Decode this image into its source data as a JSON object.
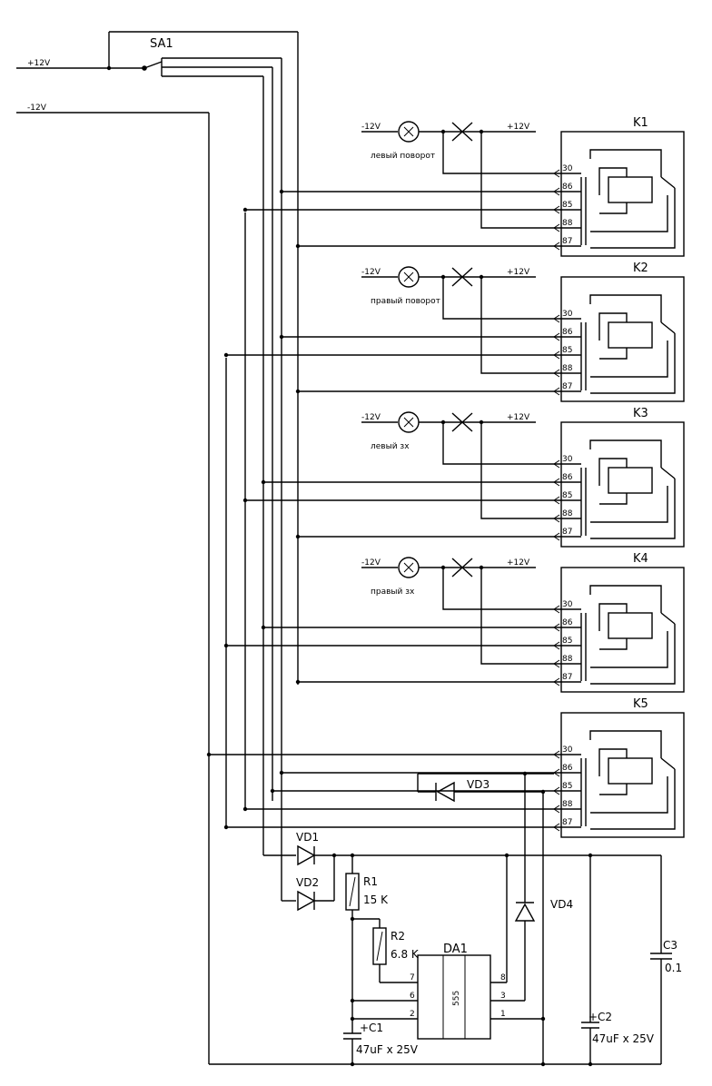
{
  "supply": {
    "plus": "+12V",
    "minus": "-12V"
  },
  "switch_label": "SA1",
  "relays": [
    {
      "name": "K1",
      "pins": [
        "30",
        "86",
        "85",
        "88",
        "87"
      ]
    },
    {
      "name": "K2",
      "pins": [
        "30",
        "86",
        "85",
        "88",
        "87"
      ]
    },
    {
      "name": "K3",
      "pins": [
        "30",
        "86",
        "85",
        "88",
        "87"
      ]
    },
    {
      "name": "K4",
      "pins": [
        "30",
        "86",
        "85",
        "88",
        "87"
      ]
    },
    {
      "name": "K5",
      "pins": [
        "30",
        "86",
        "85",
        "88",
        "87"
      ]
    }
  ],
  "lamps": [
    {
      "minus": "-12V",
      "plus": "+12V",
      "caption": "левый поворот"
    },
    {
      "minus": "-12V",
      "plus": "+12V",
      "caption": "правый поворот"
    },
    {
      "minus": "-12V",
      "plus": "+12V",
      "caption": "левый зх"
    },
    {
      "minus": "-12V",
      "plus": "+12V",
      "caption": "правый зх"
    }
  ],
  "components": {
    "vd1": "VD1",
    "vd2": "VD2",
    "vd3": "VD3",
    "vd4": "VD4",
    "r1_name": "R1",
    "r1_value": "15 K",
    "r2_name": "R2",
    "r2_value": "6.8 K",
    "da1": "DA1",
    "chip": "555",
    "chip_pins": {
      "p7": "7",
      "p6": "6",
      "p2": "2",
      "p8": "8",
      "p3": "3",
      "p1": "1"
    },
    "c1_name": "+C1",
    "c1_value": "47uF x 25V",
    "c2_name": "+C2",
    "c2_value": "47uF x 25V",
    "c3_name": "C3",
    "c3_value": "0.1"
  }
}
